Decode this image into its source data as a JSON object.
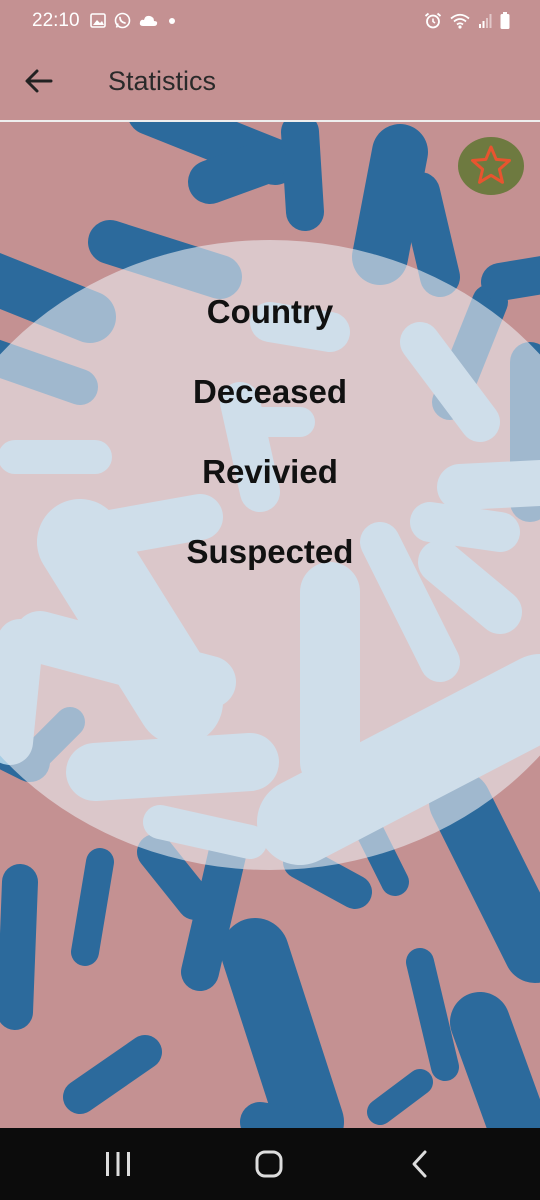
{
  "status_bar": {
    "time": "22:10",
    "left_icons": [
      "gallery-icon",
      "whatsapp-icon",
      "cloud-icon",
      "dot-icon"
    ],
    "right_icons": [
      "alarm-icon",
      "wifi-icon",
      "signal-icon",
      "battery-icon"
    ]
  },
  "app_bar": {
    "title": "Statistics",
    "back_icon": "arrow-left-icon",
    "background": "#c49192"
  },
  "favorite": {
    "icon": "star-icon",
    "circle_color": "#6e7a40",
    "star_color": "#e8542f"
  },
  "stats": {
    "country_label": "Country",
    "deceased_label": "Deceased",
    "revivied_label": "Revivied",
    "suspected_label": "Suspected"
  },
  "colors": {
    "background": "#c49192",
    "bacteria": "#2c6a9c",
    "nav_bar": "#0c0c0c"
  },
  "nav_bar": {
    "recents_icon": "recents-icon",
    "home_icon": "home-icon",
    "back_icon": "back-chevron-icon"
  }
}
